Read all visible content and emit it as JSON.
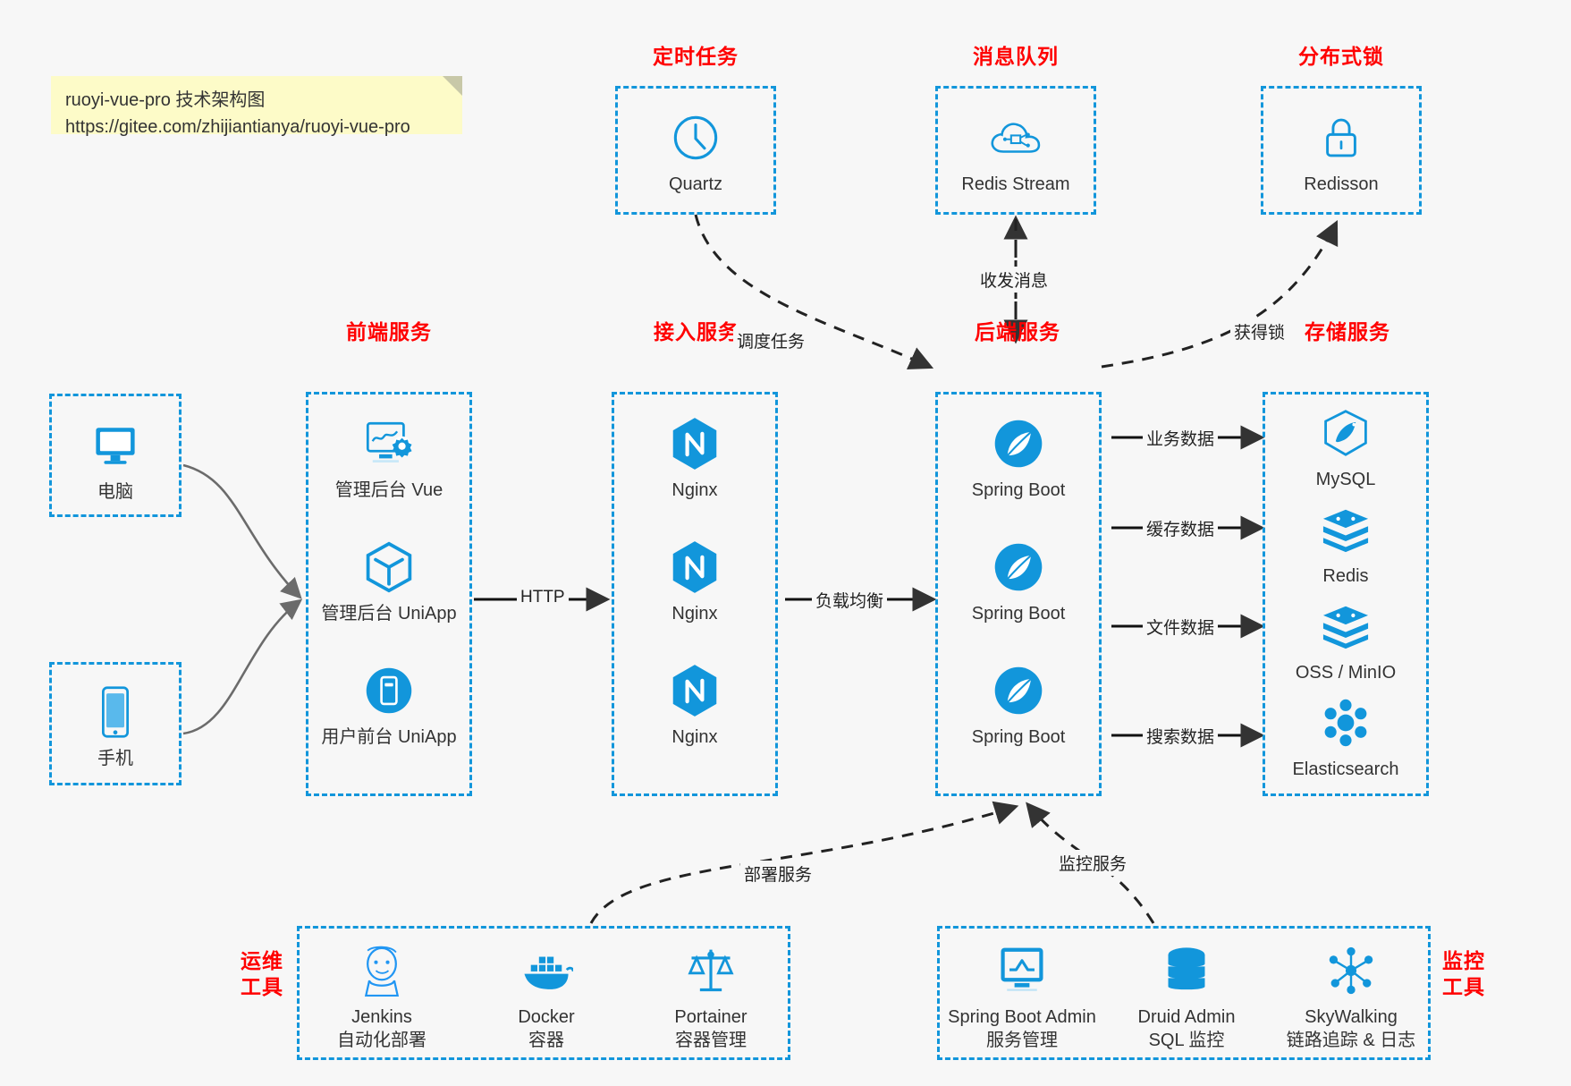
{
  "note": {
    "line1": "ruoyi-vue-pro 技术架构图",
    "line2": "https://gitee.com/zhijiantianya/ruoyi-vue-pro"
  },
  "colors": {
    "accent": "#1296db",
    "title_red": "#ff0000",
    "bg": "#f7f7f7",
    "note_bg": "#fdfbc8",
    "arrow_dark": "#333333",
    "arrow_gray": "#666666"
  },
  "groups": {
    "scheduler": {
      "title": "定时任务",
      "items": [
        {
          "label": "Quartz",
          "icon": "clock-icon"
        }
      ]
    },
    "mq": {
      "title": "消息队列",
      "items": [
        {
          "label": "Redis Stream",
          "icon": "cloud-stream-icon"
        }
      ]
    },
    "lock": {
      "title": "分布式锁",
      "items": [
        {
          "label": "Redisson",
          "icon": "lock-icon"
        }
      ]
    },
    "clients": {
      "items": [
        {
          "label": "电脑",
          "icon": "desktop-icon"
        },
        {
          "label": "手机",
          "icon": "phone-icon"
        }
      ]
    },
    "frontend": {
      "title": "前端服务",
      "items": [
        {
          "label": "管理后台 Vue",
          "icon": "dashboard-vue-icon"
        },
        {
          "label": "管理后台 UniApp",
          "icon": "cube-uniapp-icon"
        },
        {
          "label": "用户前台 UniApp",
          "icon": "mobile-app-icon"
        }
      ]
    },
    "gateway": {
      "title": "接入服务",
      "items": [
        {
          "label": "Nginx",
          "icon": "nginx-icon"
        },
        {
          "label": "Nginx",
          "icon": "nginx-icon"
        },
        {
          "label": "Nginx",
          "icon": "nginx-icon"
        }
      ]
    },
    "backend": {
      "title": "后端服务",
      "items": [
        {
          "label": "Spring Boot",
          "icon": "spring-boot-icon"
        },
        {
          "label": "Spring Boot",
          "icon": "spring-boot-icon"
        },
        {
          "label": "Spring Boot",
          "icon": "spring-boot-icon"
        }
      ]
    },
    "storage": {
      "title": "存储服务",
      "items": [
        {
          "label": "MySQL",
          "icon": "mysql-icon"
        },
        {
          "label": "Redis",
          "icon": "redis-icon"
        },
        {
          "label": "OSS / MinIO",
          "icon": "oss-minio-icon"
        },
        {
          "label": "Elasticsearch",
          "icon": "elasticsearch-icon"
        }
      ]
    },
    "devops": {
      "title_l1": "运维",
      "title_l2": "工具",
      "items": [
        {
          "label": "Jenkins",
          "sub": "自动化部署",
          "icon": "jenkins-icon"
        },
        {
          "label": "Docker",
          "sub": "容器",
          "icon": "docker-icon"
        },
        {
          "label": "Portainer",
          "sub": "容器管理",
          "icon": "portainer-icon"
        }
      ]
    },
    "monitor": {
      "title_l1": "监控",
      "title_l2": "工具",
      "items": [
        {
          "label": "Spring Boot Admin",
          "sub": "服务管理",
          "icon": "monitor-screen-icon"
        },
        {
          "label": "Druid Admin",
          "sub": "SQL 监控",
          "icon": "database-icon"
        },
        {
          "label": "SkyWalking",
          "sub": "链路追踪 & 日志",
          "icon": "skywalking-icon"
        }
      ]
    }
  },
  "edges": {
    "http": "HTTP",
    "load_balance": "负载均衡",
    "schedule_task": "调度任务",
    "send_receive_msg": "收发消息",
    "acquire_lock": "获得锁",
    "business_data": "业务数据",
    "cache_data": "缓存数据",
    "file_data": "文件数据",
    "search_data": "搜索数据",
    "deploy_service": "部署服务",
    "monitor_service": "监控服务"
  }
}
